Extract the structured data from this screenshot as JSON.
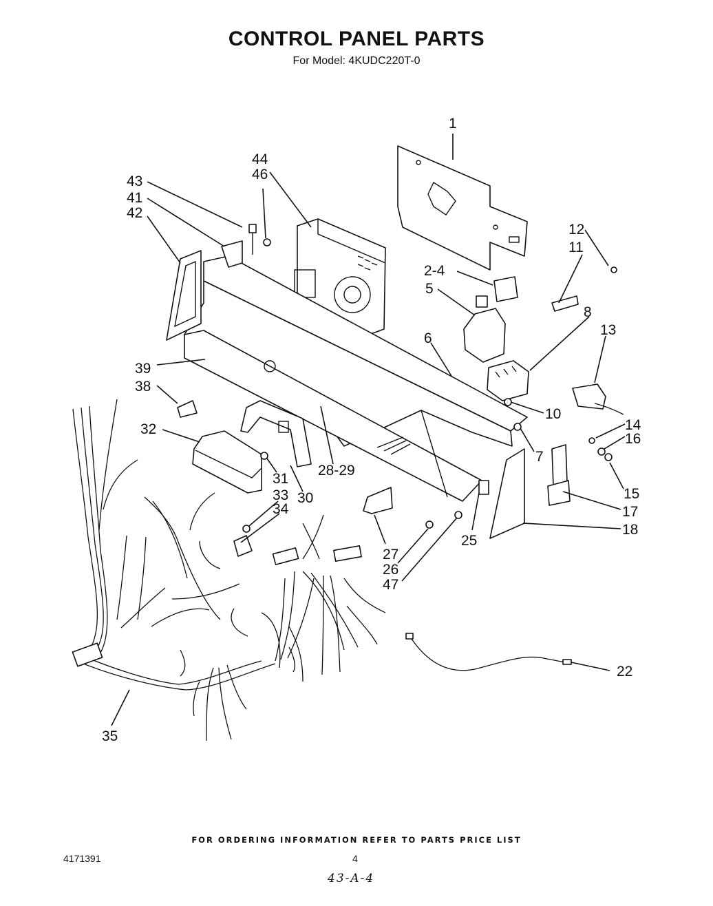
{
  "header": {
    "title": "CONTROL PANEL PARTS",
    "subtitle": "For Model: 4KUDC220T-0"
  },
  "callouts": [
    "1",
    "2-4",
    "5",
    "6",
    "7",
    "8",
    "10",
    "11",
    "12",
    "13",
    "14",
    "15",
    "16",
    "17",
    "18",
    "22",
    "25",
    "26",
    "27",
    "28-29",
    "30",
    "31",
    "32",
    "33",
    "34",
    "35",
    "38",
    "39",
    "41",
    "42",
    "43",
    "44",
    "46",
    "47"
  ],
  "footer": {
    "ordering_note": "FOR ORDERING INFORMATION REFER TO PARTS PRICE LIST",
    "document_number": "4171391",
    "page_number": "4",
    "handwritten_note": "43-A-4"
  }
}
